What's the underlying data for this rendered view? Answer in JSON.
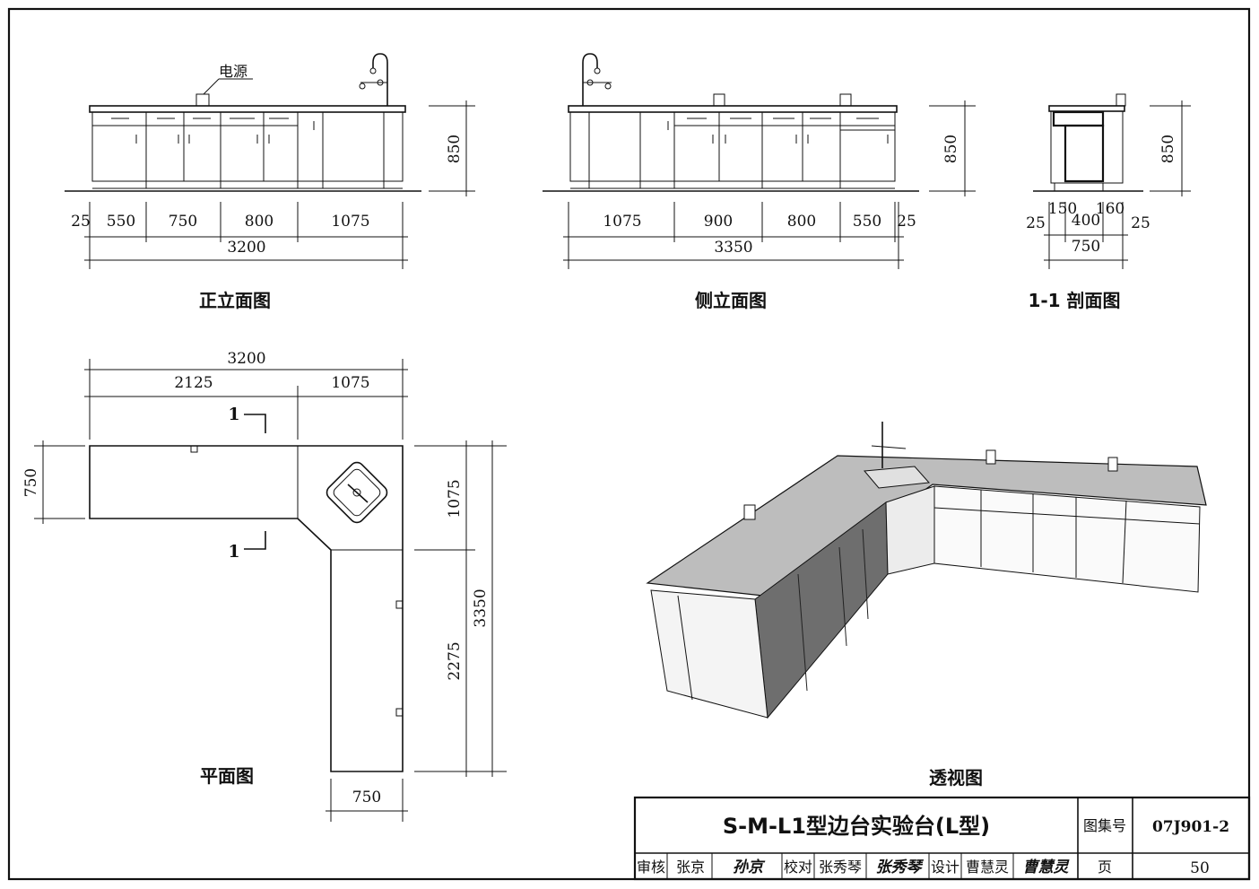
{
  "views": {
    "front": {
      "caption": "正立面图",
      "power_label": "电源",
      "height": "850",
      "segments": [
        "25",
        "550",
        "750",
        "800",
        "1075"
      ],
      "total": "3200"
    },
    "side": {
      "caption": "侧立面图",
      "height": "850",
      "segments": [
        "1075",
        "900",
        "800",
        "550",
        "25"
      ],
      "total": "3350"
    },
    "section": {
      "caption": "1-1 剖面图",
      "height": "850",
      "top_dims": [
        "150",
        "160"
      ],
      "mid_dims": [
        "25",
        "400",
        "25"
      ],
      "total": "750"
    },
    "plan": {
      "caption": "平面图",
      "total_width": "3200",
      "left_width": "2125",
      "right_width": "1075",
      "depth_left": "750",
      "right_upper": "1075",
      "right_lower": "2275",
      "right_total": "3350",
      "bottom_width": "750",
      "section_mark": "1"
    },
    "perspective": {
      "caption": "透视图"
    }
  },
  "title_block": {
    "title": "S-M-L1型边台实验台(L型)",
    "atlas_label": "图集号",
    "atlas_no": "07J901-2",
    "page_label": "页",
    "page_no": "50",
    "review_label": "审核",
    "reviewer": "张京",
    "reviewer_sig": "孙京",
    "check_label": "校对",
    "checker": "张秀琴",
    "checker_sig": "张秀琴",
    "design_label": "设计",
    "designer": "曹慧灵",
    "designer_sig": "曹慧灵"
  }
}
